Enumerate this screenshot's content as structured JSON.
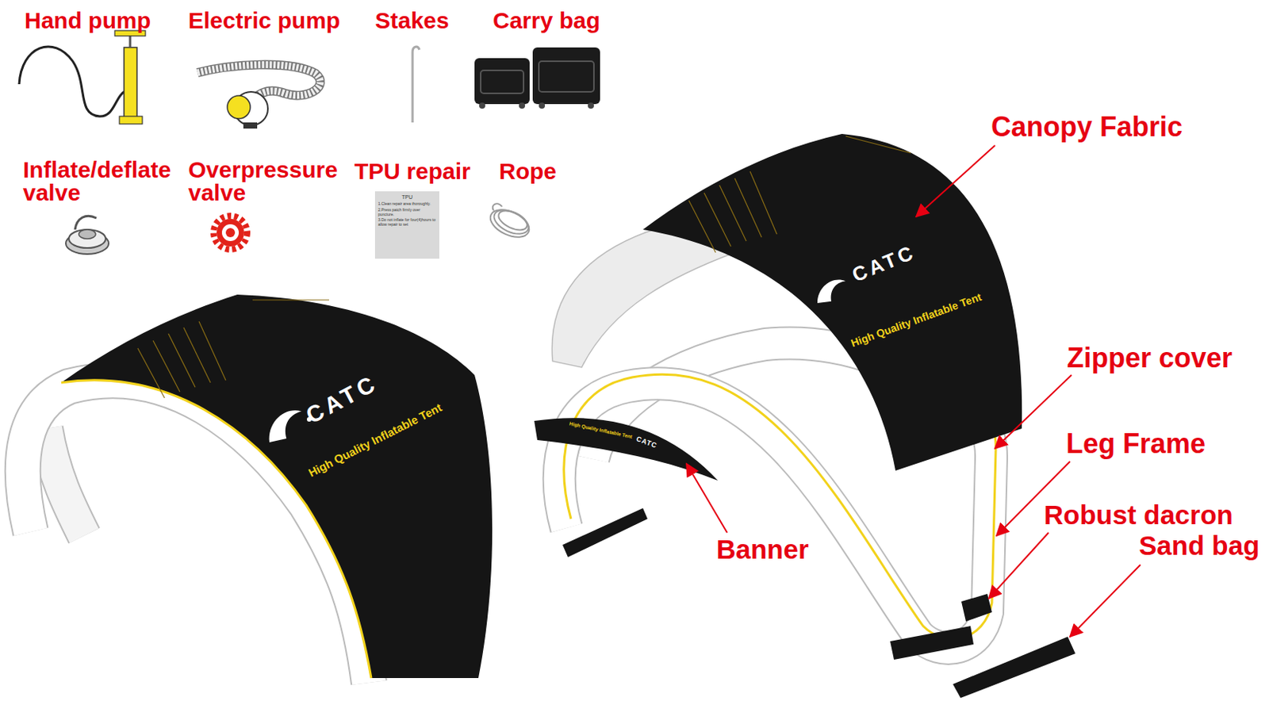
{
  "diagram": {
    "labels": [
      "Hand pump",
      "Electric pump",
      "Stakes",
      "Carry bag",
      "Inflate/deflate valve",
      "Overpressure valve",
      "TPU repair",
      "Rope",
      "TPU",
      "1.Clean repair area thoroughly.",
      "2.Press patch firmly over puncture.",
      "3.Do not inflate for four(4)hours to allow repair to set",
      "CATC",
      "High Quality Inflatable Tent",
      "CATC",
      "High Quality Inflatable Tent",
      "CATC",
      "High Quality Inflatable Tent",
      "Canopy Fabric",
      "Zipper cover",
      "Leg Frame",
      "Robust dacron",
      "Sand bag",
      "Banner"
    ]
  }
}
